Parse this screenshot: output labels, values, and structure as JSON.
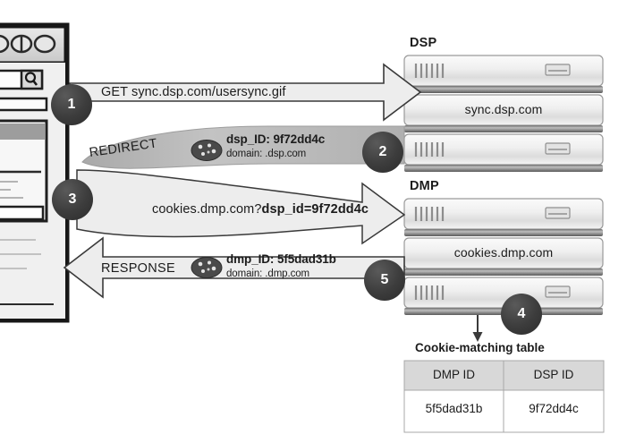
{
  "diagram": {
    "title": "Cookie syncing / cookie matching flow",
    "colors": {
      "badge_fill": "#3b3b3b",
      "arrow_fill": "#ececec",
      "arrow_stroke": "#3a3a3a",
      "redirect_fill": "#b9b9b9",
      "redirect2_fill": "#e8e8e8",
      "server_light": "#f2f2f2",
      "server_dark": "#8a8a8a",
      "table_header_fill": "#d8d8d8",
      "text": "#1c1c1c"
    }
  },
  "browser": {
    "name": "browser-window",
    "window_buttons": [
      "circle-button",
      "power-button",
      "circle-button"
    ],
    "search_icon": "magnifier-icon"
  },
  "steps": [
    {
      "n": "1",
      "label": "GET sync.dsp.com/usersync.gif"
    },
    {
      "n": "2",
      "label": "REDIRECT"
    },
    {
      "n": "3",
      "label": "cookies.dmp.com?dsp_id=9f72dd4c"
    },
    {
      "n": "4",
      "label": ""
    },
    {
      "n": "5",
      "label": "RESPONSE"
    }
  ],
  "arrows": {
    "get_request": {
      "name": "get-request-arrow",
      "text": "GET sync.dsp.com/usersync.gif",
      "step": "1"
    },
    "redirect": {
      "name": "redirect-band",
      "word": "REDIRECT",
      "cookie_icon": "cookie-icon",
      "cookie_main": "dsp_ID: 9f72dd4c",
      "cookie_sub": "domain: .dsp.com",
      "step": "2"
    },
    "dmp_request": {
      "name": "dmp-request-arrow",
      "text_plain": "cookies.dmp.com?",
      "text_bold": "dsp_id=9f72dd4c",
      "step": "3"
    },
    "response": {
      "name": "response-arrow",
      "word": "RESPONSE",
      "cookie_icon": "cookie-icon",
      "cookie_main": "dmp_ID: 5f5dad31b",
      "cookie_sub": "domain: .dmp.com",
      "step": "5"
    },
    "store": {
      "name": "store-arrow",
      "step": "4"
    }
  },
  "nodes": {
    "dsp": {
      "title": "DSP",
      "host": "sync.dsp.com"
    },
    "dmp": {
      "title": "DMP",
      "host": "cookies.dmp.com"
    }
  },
  "table": {
    "title": "Cookie-matching table",
    "columns": [
      "DMP ID",
      "DSP ID"
    ],
    "rows": [
      [
        "5f5dad31b",
        "9f72dd4c"
      ]
    ]
  }
}
